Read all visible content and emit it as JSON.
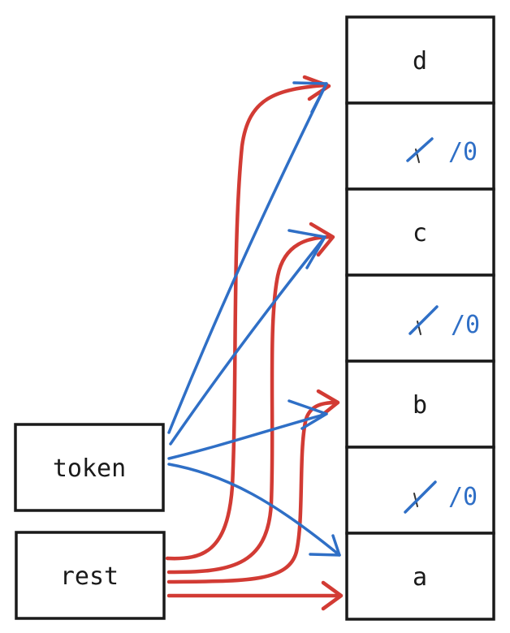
{
  "memory_cells": [
    {
      "text": "d",
      "replacement": ""
    },
    {
      "text": "",
      "replacement": "/0"
    },
    {
      "text": "c",
      "replacement": ""
    },
    {
      "text": "",
      "replacement": "/0"
    },
    {
      "text": "b",
      "replacement": ""
    },
    {
      "text": "",
      "replacement": "/0"
    },
    {
      "text": "a",
      "replacement": ""
    }
  ],
  "pointers": {
    "token": "token",
    "rest": "rest"
  },
  "colors": {
    "token_arrows": "#2f6fc6",
    "rest_arrows": "#d23b34",
    "outline": "#1a1a1a"
  }
}
